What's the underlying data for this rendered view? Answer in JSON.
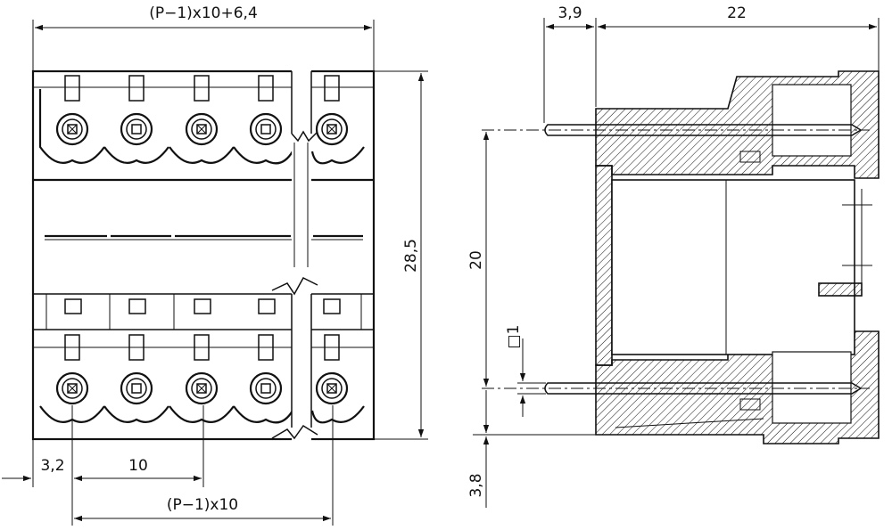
{
  "drawing": {
    "front_view": {
      "dimensions": {
        "overall_width": "(P−1)x10+6,4",
        "height": "28,5",
        "first_offset": "3,2",
        "pitch": "10",
        "pitch_span": "(P−1)x10"
      }
    },
    "side_view": {
      "dimensions": {
        "pin_extension": "3,9",
        "depth": "22",
        "row_spacing": "20",
        "pin_square": "□1",
        "bottom_offset": "3,8"
      }
    }
  }
}
